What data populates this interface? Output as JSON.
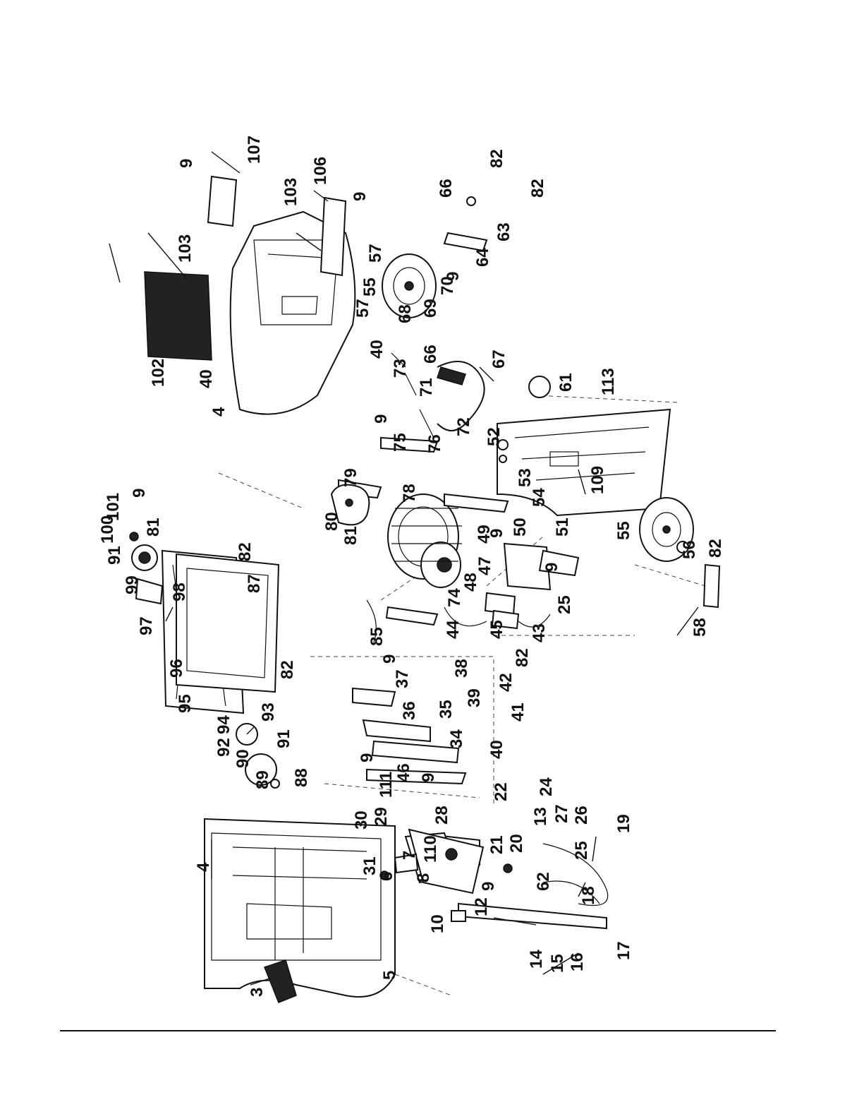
{
  "callouts": [
    {
      "id": "c3",
      "text": "3"
    },
    {
      "id": "c4a",
      "text": "4"
    },
    {
      "id": "c5",
      "text": "5"
    },
    {
      "id": "c6",
      "text": "6"
    },
    {
      "id": "c7",
      "text": "7"
    },
    {
      "id": "c8",
      "text": "8"
    },
    {
      "id": "c9a",
      "text": "9"
    },
    {
      "id": "c10",
      "text": "10"
    },
    {
      "id": "c12",
      "text": "12"
    },
    {
      "id": "c13",
      "text": "13"
    },
    {
      "id": "c14",
      "text": "14"
    },
    {
      "id": "c15",
      "text": "15"
    },
    {
      "id": "c16",
      "text": "16"
    },
    {
      "id": "c17",
      "text": "17"
    },
    {
      "id": "c18",
      "text": "18"
    },
    {
      "id": "c19",
      "text": "19"
    },
    {
      "id": "c20",
      "text": "20"
    },
    {
      "id": "c21",
      "text": "21"
    },
    {
      "id": "c22",
      "text": "22"
    },
    {
      "id": "c24",
      "text": "24"
    },
    {
      "id": "c25a",
      "text": "25"
    },
    {
      "id": "c26",
      "text": "26"
    },
    {
      "id": "c27",
      "text": "27"
    },
    {
      "id": "c28",
      "text": "28"
    },
    {
      "id": "c29",
      "text": "29"
    },
    {
      "id": "c30",
      "text": "30"
    },
    {
      "id": "c31",
      "text": "31"
    },
    {
      "id": "c62",
      "text": "62"
    },
    {
      "id": "c110",
      "text": "110"
    },
    {
      "id": "c111",
      "text": "111"
    },
    {
      "id": "c9b",
      "text": "9"
    },
    {
      "id": "c46",
      "text": "46"
    },
    {
      "id": "c9c",
      "text": "9"
    },
    {
      "id": "c88",
      "text": "88"
    },
    {
      "id": "c89",
      "text": "89"
    },
    {
      "id": "c90",
      "text": "90"
    },
    {
      "id": "c91a",
      "text": "91"
    },
    {
      "id": "c92",
      "text": "92"
    },
    {
      "id": "c93",
      "text": "93"
    },
    {
      "id": "c94",
      "text": "94"
    },
    {
      "id": "c95",
      "text": "95"
    },
    {
      "id": "c96",
      "text": "96"
    },
    {
      "id": "c97",
      "text": "97"
    },
    {
      "id": "c98",
      "text": "98"
    },
    {
      "id": "c99",
      "text": "99"
    },
    {
      "id": "c91b",
      "text": "91"
    },
    {
      "id": "c100",
      "text": "100"
    },
    {
      "id": "c101",
      "text": "101"
    },
    {
      "id": "c9d",
      "text": "9"
    },
    {
      "id": "c81a",
      "text": "81"
    },
    {
      "id": "c87",
      "text": "87"
    },
    {
      "id": "c82a",
      "text": "82"
    },
    {
      "id": "c82b",
      "text": "82"
    },
    {
      "id": "c34",
      "text": "34"
    },
    {
      "id": "c35",
      "text": "35"
    },
    {
      "id": "c36",
      "text": "36"
    },
    {
      "id": "c37",
      "text": "37"
    },
    {
      "id": "c9e",
      "text": "9"
    },
    {
      "id": "c40a",
      "text": "40"
    },
    {
      "id": "c41",
      "text": "41"
    },
    {
      "id": "c39",
      "text": "39"
    },
    {
      "id": "c38",
      "text": "38"
    },
    {
      "id": "c42",
      "text": "42"
    },
    {
      "id": "c82c",
      "text": "82"
    },
    {
      "id": "c85",
      "text": "85"
    },
    {
      "id": "c44",
      "text": "44"
    },
    {
      "id": "c45",
      "text": "45"
    },
    {
      "id": "c43",
      "text": "43"
    },
    {
      "id": "c25b",
      "text": "25"
    },
    {
      "id": "c74",
      "text": "74"
    },
    {
      "id": "c48",
      "text": "48"
    },
    {
      "id": "c47",
      "text": "47"
    },
    {
      "id": "c49",
      "text": "49"
    },
    {
      "id": "c9f",
      "text": "9"
    },
    {
      "id": "c9g",
      "text": "9"
    },
    {
      "id": "c50",
      "text": "50"
    },
    {
      "id": "c51",
      "text": "51"
    },
    {
      "id": "c78",
      "text": "78"
    },
    {
      "id": "c80",
      "text": "80"
    },
    {
      "id": "c81b",
      "text": "81"
    },
    {
      "id": "c79",
      "text": "79"
    },
    {
      "id": "c76",
      "text": "76"
    },
    {
      "id": "c75",
      "text": "75"
    },
    {
      "id": "c9h",
      "text": "9"
    },
    {
      "id": "c72",
      "text": "72"
    },
    {
      "id": "c71",
      "text": "71"
    },
    {
      "id": "c73",
      "text": "73"
    },
    {
      "id": "c66a",
      "text": "66"
    },
    {
      "id": "c40b",
      "text": "40"
    },
    {
      "id": "c67",
      "text": "67"
    },
    {
      "id": "c57a",
      "text": "57"
    },
    {
      "id": "c68",
      "text": "68"
    },
    {
      "id": "c69",
      "text": "69"
    },
    {
      "id": "c70",
      "text": "70"
    },
    {
      "id": "c9i",
      "text": "9"
    },
    {
      "id": "c55a",
      "text": "55"
    },
    {
      "id": "c57b",
      "text": "57"
    },
    {
      "id": "c64",
      "text": "64"
    },
    {
      "id": "c63",
      "text": "63"
    },
    {
      "id": "c66b",
      "text": "66"
    },
    {
      "id": "c82d",
      "text": "82"
    },
    {
      "id": "c82e",
      "text": "82"
    },
    {
      "id": "c9j",
      "text": "9"
    },
    {
      "id": "c106",
      "text": "106"
    },
    {
      "id": "c103a",
      "text": "103"
    },
    {
      "id": "c103b",
      "text": "103"
    },
    {
      "id": "c107",
      "text": "107"
    },
    {
      "id": "c9k",
      "text": "9"
    },
    {
      "id": "c102",
      "text": "102"
    },
    {
      "id": "c40c",
      "text": "40"
    },
    {
      "id": "c4b",
      "text": "4"
    },
    {
      "id": "c52",
      "text": "52"
    },
    {
      "id": "c53",
      "text": "53"
    },
    {
      "id": "c54",
      "text": "54"
    },
    {
      "id": "c109",
      "text": "109"
    },
    {
      "id": "c61",
      "text": "61"
    },
    {
      "id": "c113",
      "text": "113"
    },
    {
      "id": "c55b",
      "text": "55"
    },
    {
      "id": "c56",
      "text": "56"
    },
    {
      "id": "c82f",
      "text": "82"
    },
    {
      "id": "c58",
      "text": "58"
    }
  ]
}
